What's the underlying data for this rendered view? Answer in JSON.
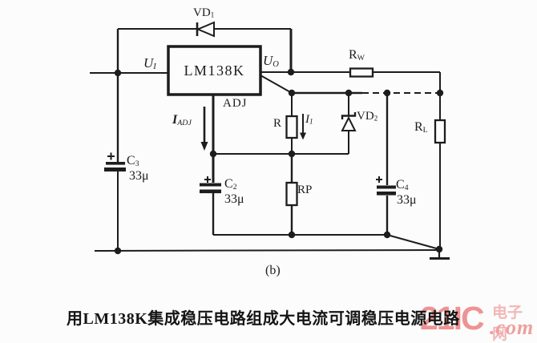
{
  "figure": {
    "panel_label": "(b)",
    "caption": "用LM138K集成稳压电路组成大电流可调稳压电源电路"
  },
  "labels": {
    "ic": "LM138K",
    "adj_pin": "ADJ",
    "u_in": {
      "main": "U",
      "sub": "I"
    },
    "u_out": {
      "main": "U",
      "sub": "O"
    },
    "vd1": {
      "main": "VD",
      "sub": "1"
    },
    "vd2": {
      "main": "VD",
      "sub": "2"
    },
    "i_adj": {
      "main": "I",
      "sub": "ADJ"
    },
    "i1": {
      "main": "I",
      "sub": "1"
    },
    "r": "R",
    "rp": "RP",
    "rw": {
      "main": "R",
      "sub": "W"
    },
    "rl": {
      "main": "R",
      "sub": "L"
    },
    "c3": {
      "main": "C",
      "sub": "3",
      "value": "33μ"
    },
    "c2": {
      "main": "C",
      "sub": "2",
      "value": "33μ"
    },
    "c4": {
      "main": "C",
      "sub": "4",
      "value": "33μ"
    }
  },
  "watermark": {
    "brand": "21IC",
    "site": "电子网",
    "tld": ".com",
    "color_brand": "#ee9393",
    "color_site": "#f2b7b7",
    "color_tld": "#ef9f9f"
  },
  "colors": {
    "ink": "#1d1d1d",
    "background": "#fcfcfc"
  }
}
